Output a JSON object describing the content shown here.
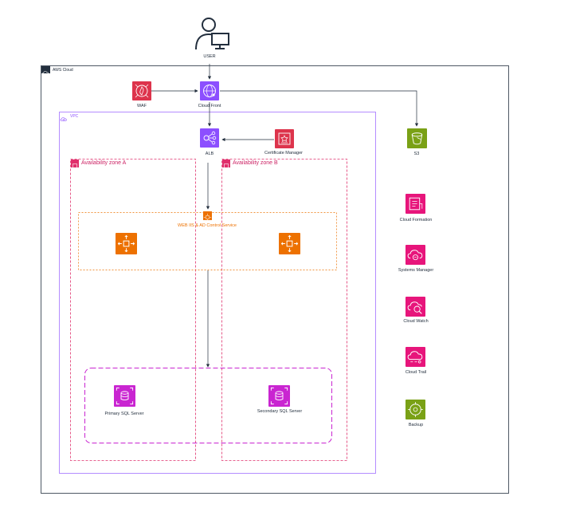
{
  "user": {
    "label": "USER"
  },
  "aws_cloud": {
    "label": "AWS Cloud"
  },
  "vpc": {
    "label": "VPC"
  },
  "waf": {
    "label": "WAF",
    "color": "#dd344c"
  },
  "cloudfront": {
    "label": "Cloud Front",
    "color": "#8c4fff"
  },
  "alb": {
    "label": "ALB",
    "color": "#8c4fff"
  },
  "cert_manager": {
    "label": "Certificate Manager",
    "color": "#dd344c"
  },
  "s3": {
    "label": "S3",
    "color": "#7aa116"
  },
  "zone_a": {
    "label": "Availability zone A"
  },
  "zone_b": {
    "label": "Availability zone B"
  },
  "asg": {
    "label": "WEB IIS & AD Control Service",
    "color": "#ed7100"
  },
  "db_primary": {
    "label": "Primary SQL Server",
    "color": "#c925d1"
  },
  "db_secondary": {
    "label": "Secondary SQL Server",
    "color": "#c925d1"
  },
  "management": [
    {
      "label": "Cloud Formation",
      "icon": "cloudformation-icon",
      "color": "#e7157b"
    },
    {
      "label": "Systems Manager",
      "icon": "systems-manager-icon",
      "color": "#e7157b"
    },
    {
      "label": "Cloud Watch",
      "icon": "cloudwatch-icon",
      "color": "#e7157b"
    },
    {
      "label": "Cloud Trail",
      "icon": "cloudtrail-icon",
      "color": "#e7157b"
    },
    {
      "label": "Backup",
      "icon": "backup-icon",
      "color": "#7aa116"
    }
  ]
}
